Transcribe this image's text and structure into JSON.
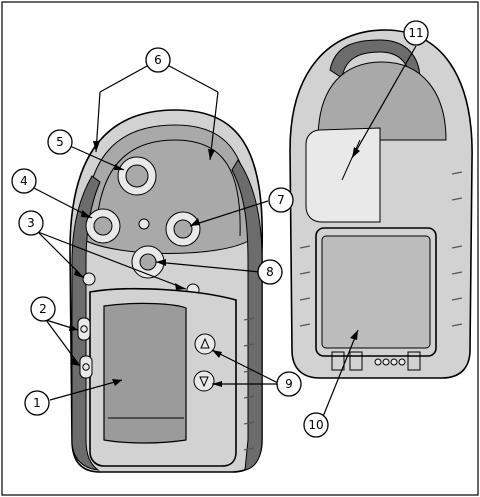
{
  "figure": {
    "description_labels": []
  },
  "callouts": [
    {
      "label": "1"
    },
    {
      "label": "2"
    },
    {
      "label": "3"
    },
    {
      "label": "4"
    },
    {
      "label": "5"
    },
    {
      "label": "6"
    },
    {
      "label": "7"
    },
    {
      "label": "8"
    },
    {
      "label": "9"
    },
    {
      "label": "10"
    },
    {
      "label": "11"
    }
  ],
  "colors": {
    "housing": "#d2d2d2",
    "shade": "#a9a9a9",
    "screen": "#9b9b9b",
    "frame": "#000000"
  }
}
